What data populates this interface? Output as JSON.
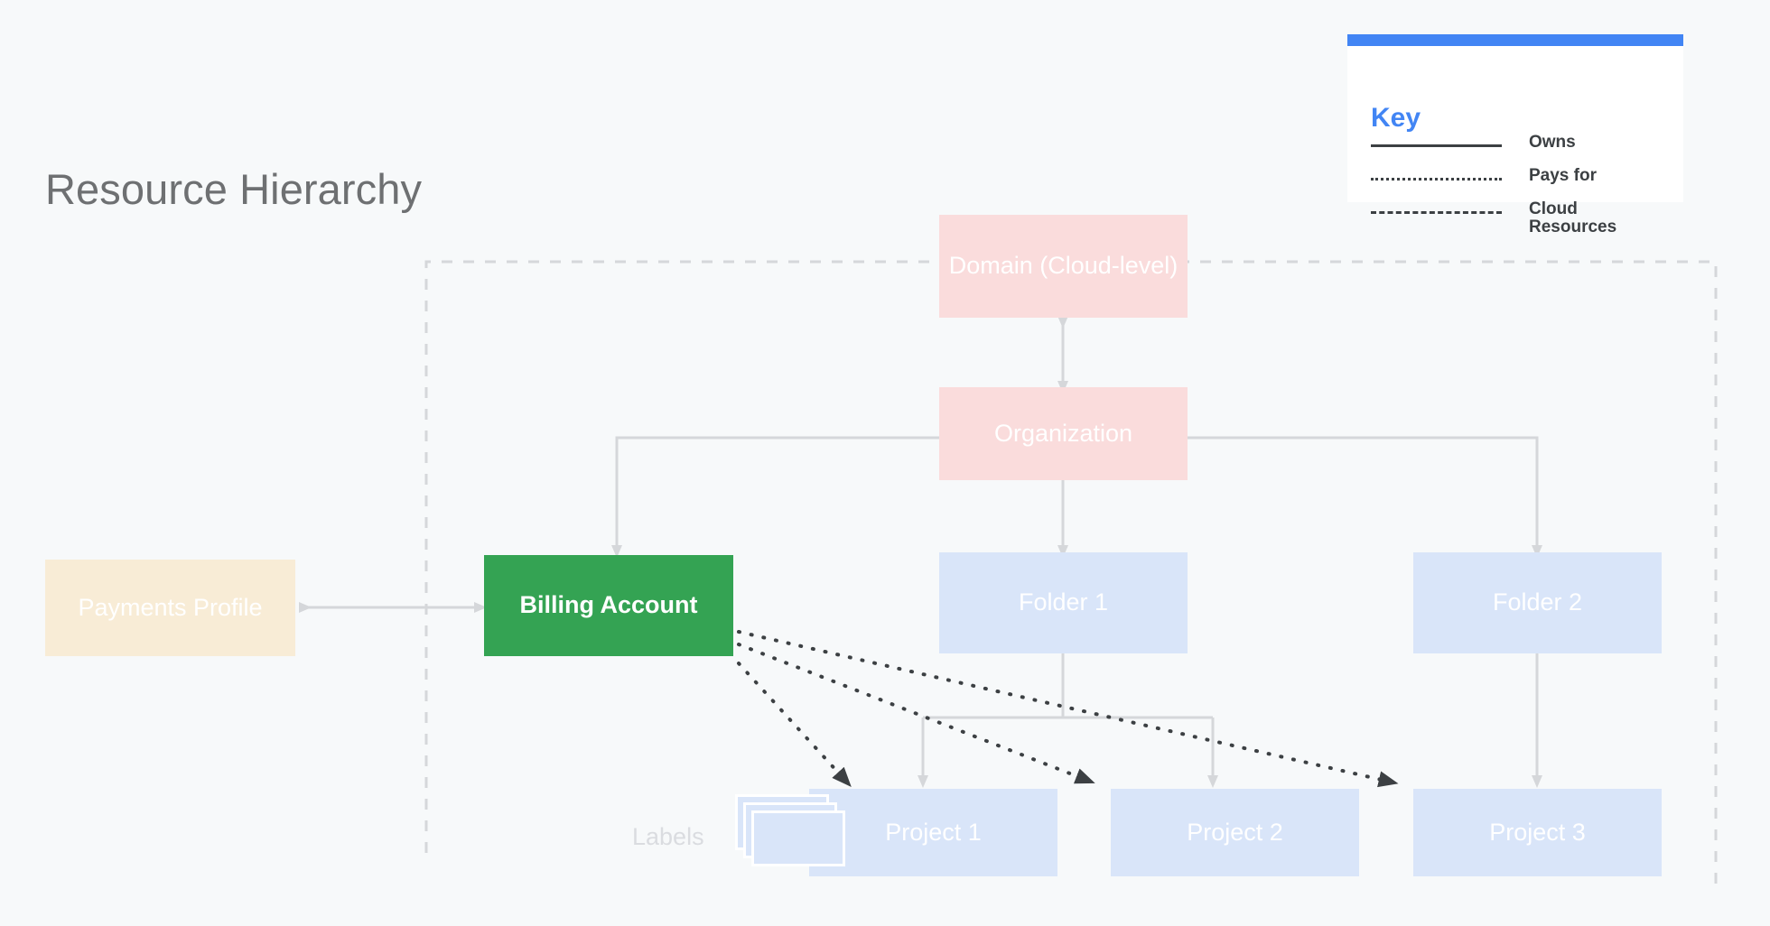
{
  "page": {
    "title": "Resource Hierarchy",
    "background_color": "#F7F9FA",
    "title_color": "#6E7072"
  },
  "key": {
    "heading": "Key",
    "accent_color": "#4285F4",
    "card_background": "#FFFFFF",
    "items": [
      {
        "style": "solid",
        "label": "Owns"
      },
      {
        "style": "dotted",
        "label": "Pays for"
      },
      {
        "style": "dashed",
        "label": "Cloud Resources"
      }
    ]
  },
  "boundary": {
    "name": "cloud-resources-boundary",
    "style": "dashed",
    "color": "#D5D7DA"
  },
  "nodes": [
    {
      "id": "domain",
      "label": "Domain (Cloud-level)",
      "color": "#FADCDC",
      "text_color": "#FFFFFF"
    },
    {
      "id": "organization",
      "label": "Organization",
      "color": "#FADCDC",
      "text_color": "#FFFFFF"
    },
    {
      "id": "payments_profile",
      "label": "Payments Profile",
      "color": "#F8ECD6",
      "text_color": "#FFFFFF"
    },
    {
      "id": "billing_account",
      "label": "Billing Account",
      "color": "#34A353",
      "text_color": "#FFFFFF"
    },
    {
      "id": "folder_1",
      "label": "Folder 1",
      "color": "#D9E5F9",
      "text_color": "#FFFFFF"
    },
    {
      "id": "folder_2",
      "label": "Folder 2",
      "color": "#D9E5F9",
      "text_color": "#FFFFFF"
    },
    {
      "id": "project_1",
      "label": "Project 1",
      "color": "#D9E5F9",
      "text_color": "#FFFFFF"
    },
    {
      "id": "project_2",
      "label": "Project 2",
      "color": "#D9E5F9",
      "text_color": "#FFFFFF"
    },
    {
      "id": "project_3",
      "label": "Project 3",
      "color": "#D9E5F9",
      "text_color": "#FFFFFF"
    }
  ],
  "labels_group": {
    "caption": "Labels",
    "card_color": "#D9E5F9",
    "card_border": "#FFFFFF",
    "card_count": 3
  },
  "edges": [
    {
      "from": "domain",
      "to": "organization",
      "style": "solid",
      "relation": "Owns",
      "bidirectional": true
    },
    {
      "from": "payments_profile",
      "to": "billing_account",
      "style": "solid",
      "relation": "Owns",
      "bidirectional": true
    },
    {
      "from": "organization",
      "to": "billing_account",
      "style": "solid",
      "relation": "Owns"
    },
    {
      "from": "organization",
      "to": "folder_1",
      "style": "solid",
      "relation": "Owns"
    },
    {
      "from": "organization",
      "to": "folder_2",
      "style": "solid",
      "relation": "Owns"
    },
    {
      "from": "folder_1",
      "to": "project_1",
      "style": "solid",
      "relation": "Owns"
    },
    {
      "from": "folder_1",
      "to": "project_2",
      "style": "solid",
      "relation": "Owns"
    },
    {
      "from": "folder_2",
      "to": "project_3",
      "style": "solid",
      "relation": "Owns"
    },
    {
      "from": "billing_account",
      "to": "project_1",
      "style": "dotted",
      "relation": "Pays for"
    },
    {
      "from": "billing_account",
      "to": "project_2",
      "style": "dotted",
      "relation": "Pays for"
    },
    {
      "from": "billing_account",
      "to": "project_3",
      "style": "dotted",
      "relation": "Pays for"
    }
  ],
  "colors": {
    "edge_owns": "#D5D7DA",
    "edge_pays_for": "#3C4043",
    "accent_blue": "#4285F4",
    "green": "#34A353"
  }
}
